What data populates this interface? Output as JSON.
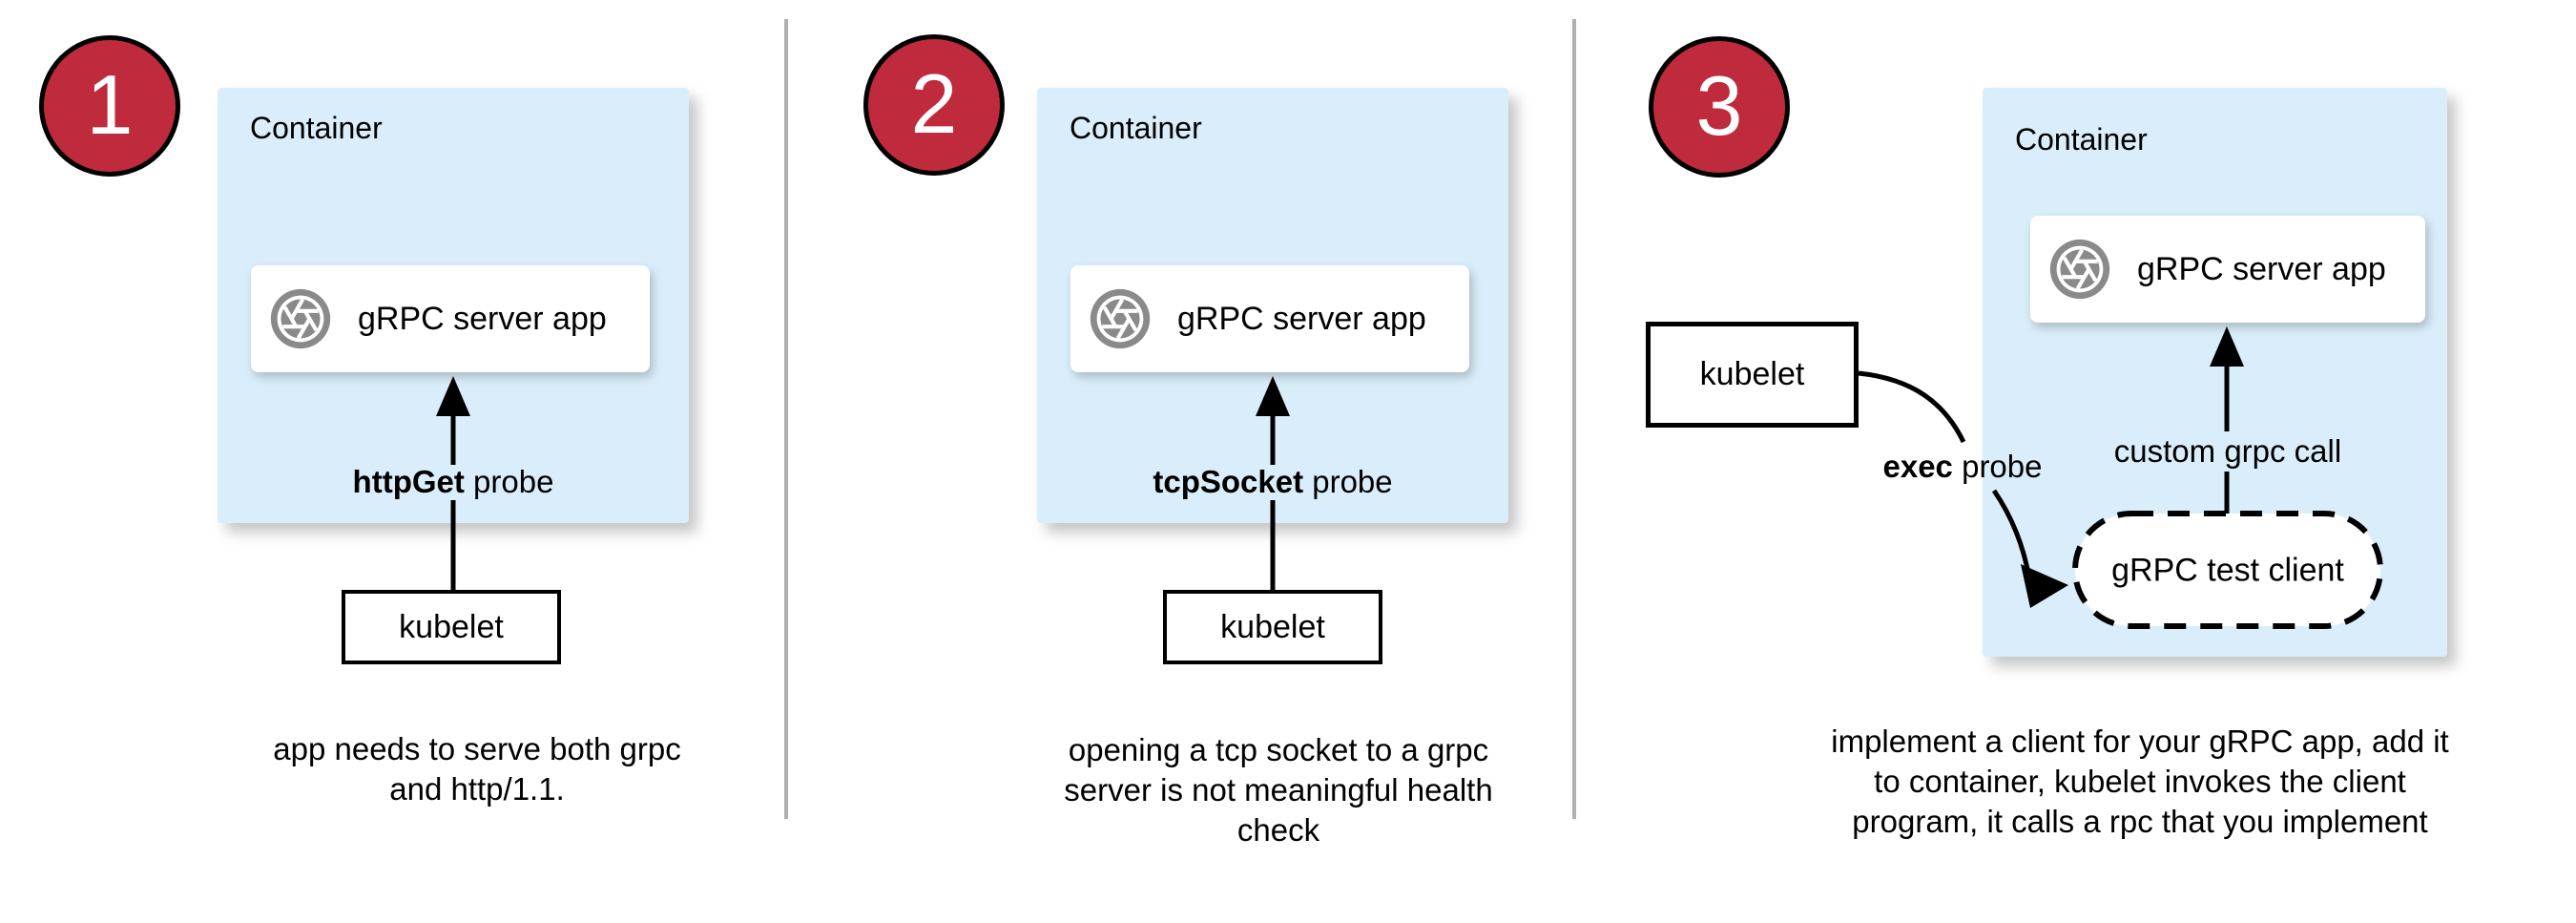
{
  "colors": {
    "badge-red": "#bf2b3c",
    "container-blue": "#d9eefa",
    "icon-gray": "#8a8a8a",
    "divider-gray": "#b0b0b0"
  },
  "panels": [
    {
      "badge": "1",
      "container_label": "Container",
      "app_label": "gRPC server app",
      "probe_bold": "httpGet",
      "probe_rest": " probe",
      "kubelet_label": "kubelet",
      "caption_lines": [
        "app needs to serve both grpc",
        "and http/1.1."
      ]
    },
    {
      "badge": "2",
      "container_label": "Container",
      "app_label": "gRPC server app",
      "probe_bold": "tcpSocket",
      "probe_rest": " probe",
      "kubelet_label": "kubelet",
      "caption_lines": [
        "opening a tcp socket to a grpc",
        "server is not meaningful health",
        "check"
      ]
    },
    {
      "badge": "3",
      "container_label": "Container",
      "app_label": "gRPC server app",
      "probe_bold": "exec",
      "probe_rest": " probe",
      "kubelet_label": "kubelet",
      "custom_call_label": "custom grpc call",
      "test_client_label": "gRPC test client",
      "caption_lines": [
        "implement a client for your gRPC app, add it",
        "to container, kubelet invokes the client",
        "program, it calls a rpc that you implement"
      ]
    }
  ]
}
